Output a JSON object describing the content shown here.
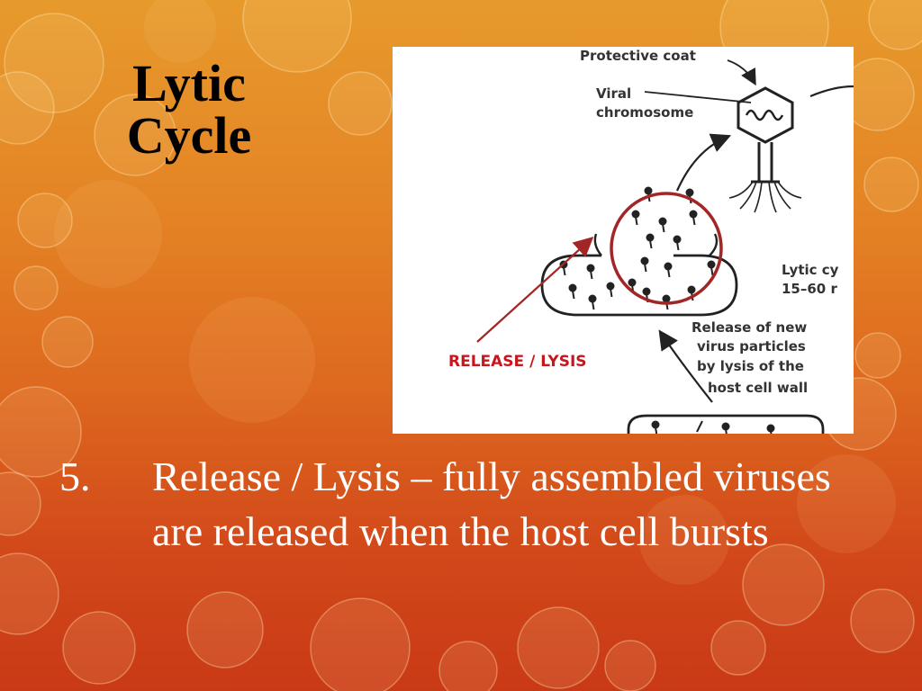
{
  "slide": {
    "title_line1": "Lytic",
    "title_line2": "Cycle",
    "bullet_number": "5.",
    "bullet_text": "Release / Lysis – fully assembled viruses are released when the host cell bursts"
  },
  "diagram": {
    "labels": {
      "protective_coat": "Protective coat",
      "viral_line1": "Viral",
      "viral_line2": "chromosome",
      "lytic_line1": "Lytic cy",
      "lytic_line2": "15–60 r",
      "release_line1": "Release of new",
      "release_line2": "virus particles",
      "release_line3": "by lysis of the",
      "release_line4": "host cell wall"
    },
    "callout": "RELEASE / LYSIS",
    "colors": {
      "callout": "#c8161e",
      "circle": "#a32626",
      "ink": "#222222"
    }
  }
}
